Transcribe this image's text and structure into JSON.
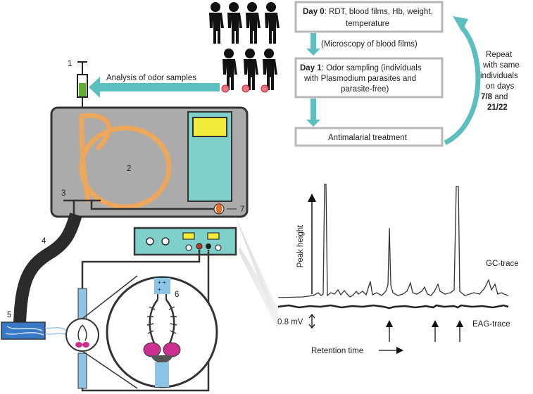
{
  "flow": {
    "day0_bold": "Day 0",
    "day0_line1": ": RDT, blood films, Hb, weight,",
    "day0_line2": "temperature",
    "microscopy": "(Microscopy of blood films)",
    "day1_bold": "Day 1",
    "day1_line1": ": Odor sampling (individuals",
    "day1_line2": "with Plasmodium parasites and",
    "day1_line3": "parasite-free)",
    "treatment": "Antimalarial treatment",
    "repeat_lines": [
      "Repeat",
      "with same",
      "individuals",
      "on days"
    ],
    "days_a": "7/8",
    "days_and": " and",
    "days_b": "21/22"
  },
  "analysis_label": "Analysis of odor samples",
  "numbers": [
    "1",
    "2",
    "3",
    "4",
    "5",
    "6",
    "7"
  ],
  "chart": {
    "ylabel": "Peak height",
    "gc_label": "GC-trace",
    "eag_label": "EAG-trace",
    "scale_label": "0.8 mV",
    "xlabel": "Retention time"
  },
  "colors": {
    "teal": "#5bbfbf",
    "teal_fill": "#7fcfca",
    "tube": "#eca75c",
    "yellow": "#f2ec3c",
    "dark": "#2b2b2b",
    "box_border": "#b8b8b8",
    "magenta": "#cc2f8f"
  }
}
